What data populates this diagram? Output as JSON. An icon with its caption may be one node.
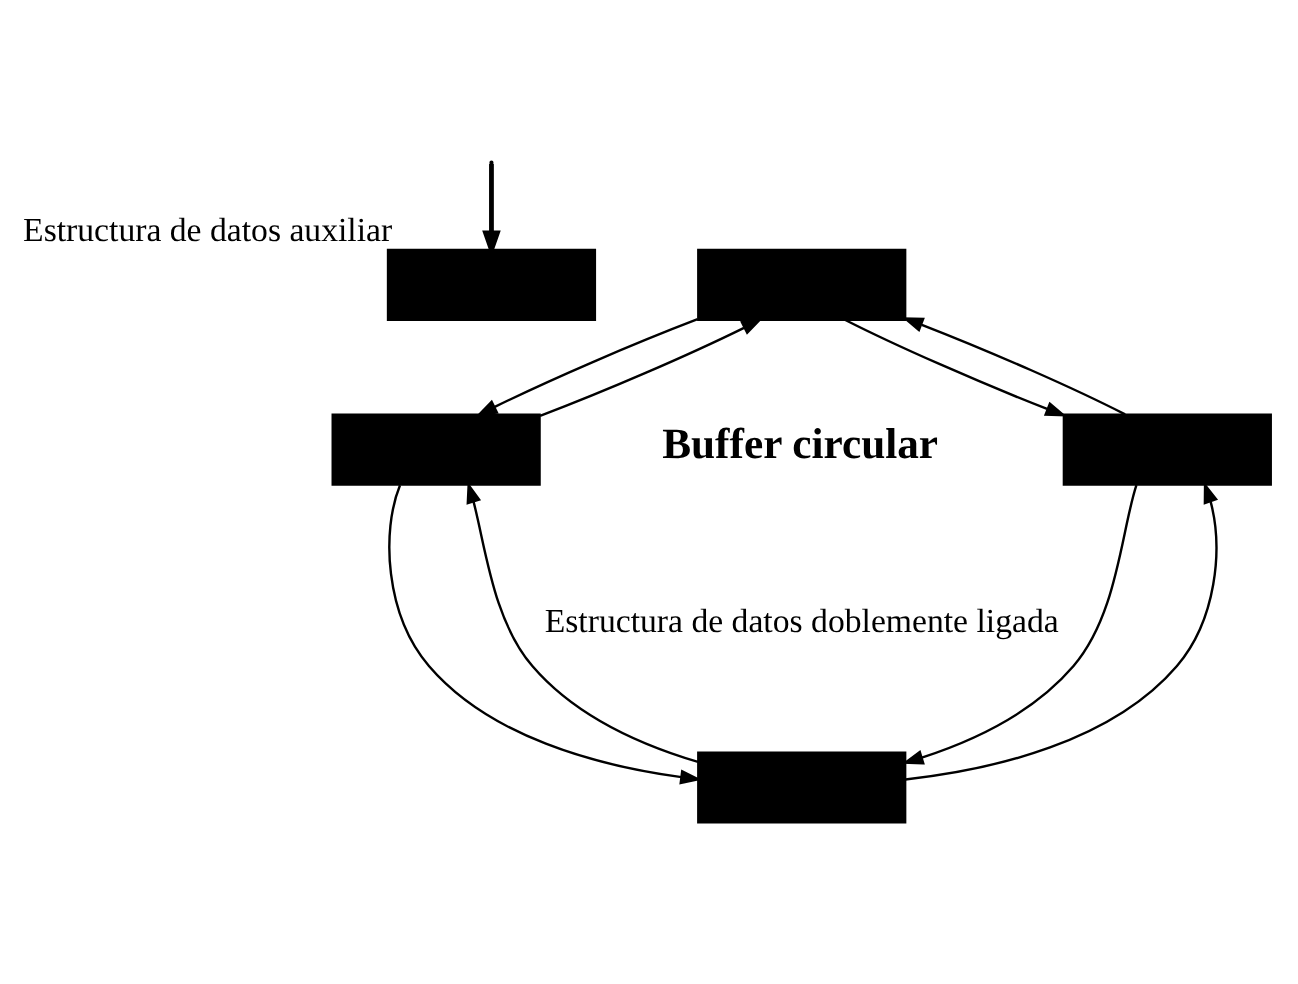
{
  "diagram": {
    "nodes": [
      {
        "text": [],
        "shape": "box",
        "beside": [
          "Estructura de datos auxiliar"
        ]
      },
      {
        "text": [],
        "shape": "box"
      },
      {
        "text": [],
        "shape": "box"
      },
      {
        "text": [],
        "shape": "box"
      },
      {
        "text": [],
        "shape": "box"
      }
    ],
    "edges": [
      {
        "from": null,
        "to": 0,
        "arrow": "to"
      },
      {
        "from": 1,
        "to": 3,
        "arrow": "to"
      },
      {
        "from": 3,
        "to": 1,
        "arrow": "to"
      },
      {
        "from": 3,
        "to": 4,
        "arrow": "to"
      },
      {
        "from": 4,
        "to": 3,
        "arrow": "to"
      },
      {
        "from": 4,
        "to": 2,
        "arrow": "to"
      },
      {
        "from": 2,
        "to": 4,
        "arrow": "to"
      },
      {
        "from": 1,
        "to": 2,
        "arrow": "to"
      },
      {
        "from": 2,
        "to": 1,
        "arrow": "to"
      }
    ],
    "labels": [
      "Buffer circular",
      "Estructura de datos doblemente ligada"
    ]
  }
}
